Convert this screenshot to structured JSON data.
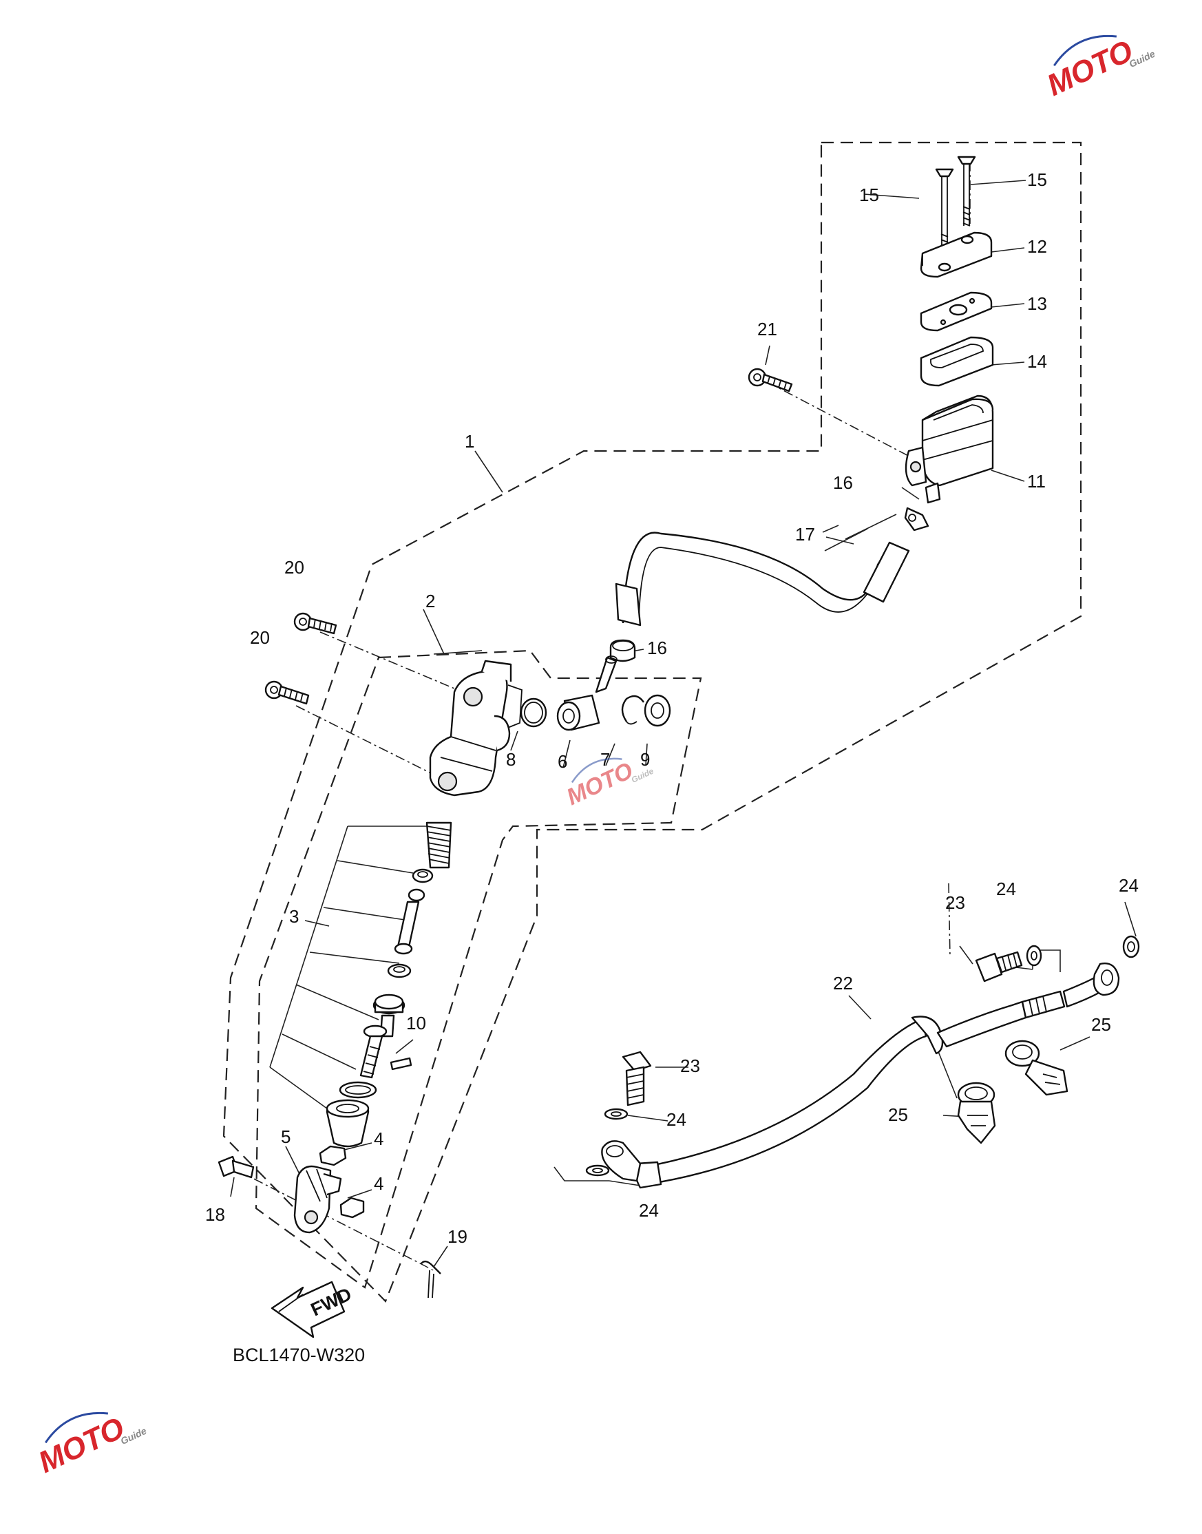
{
  "diagram_code": "BCL1470-W320",
  "fwd_label": "FWD",
  "watermark": {
    "brand": "MOTO",
    "sub": "Guide",
    "color_red": "#d8262c",
    "color_blue": "#2b4aa0"
  },
  "callouts": [
    "1",
    "2",
    "3",
    "4",
    "4",
    "5",
    "6",
    "7",
    "8",
    "9",
    "10",
    "11",
    "12",
    "13",
    "14",
    "15",
    "15",
    "16",
    "16",
    "17",
    "18",
    "19",
    "20",
    "20",
    "21",
    "22",
    "23",
    "23",
    "24",
    "24",
    "24",
    "24",
    "25",
    "25"
  ]
}
